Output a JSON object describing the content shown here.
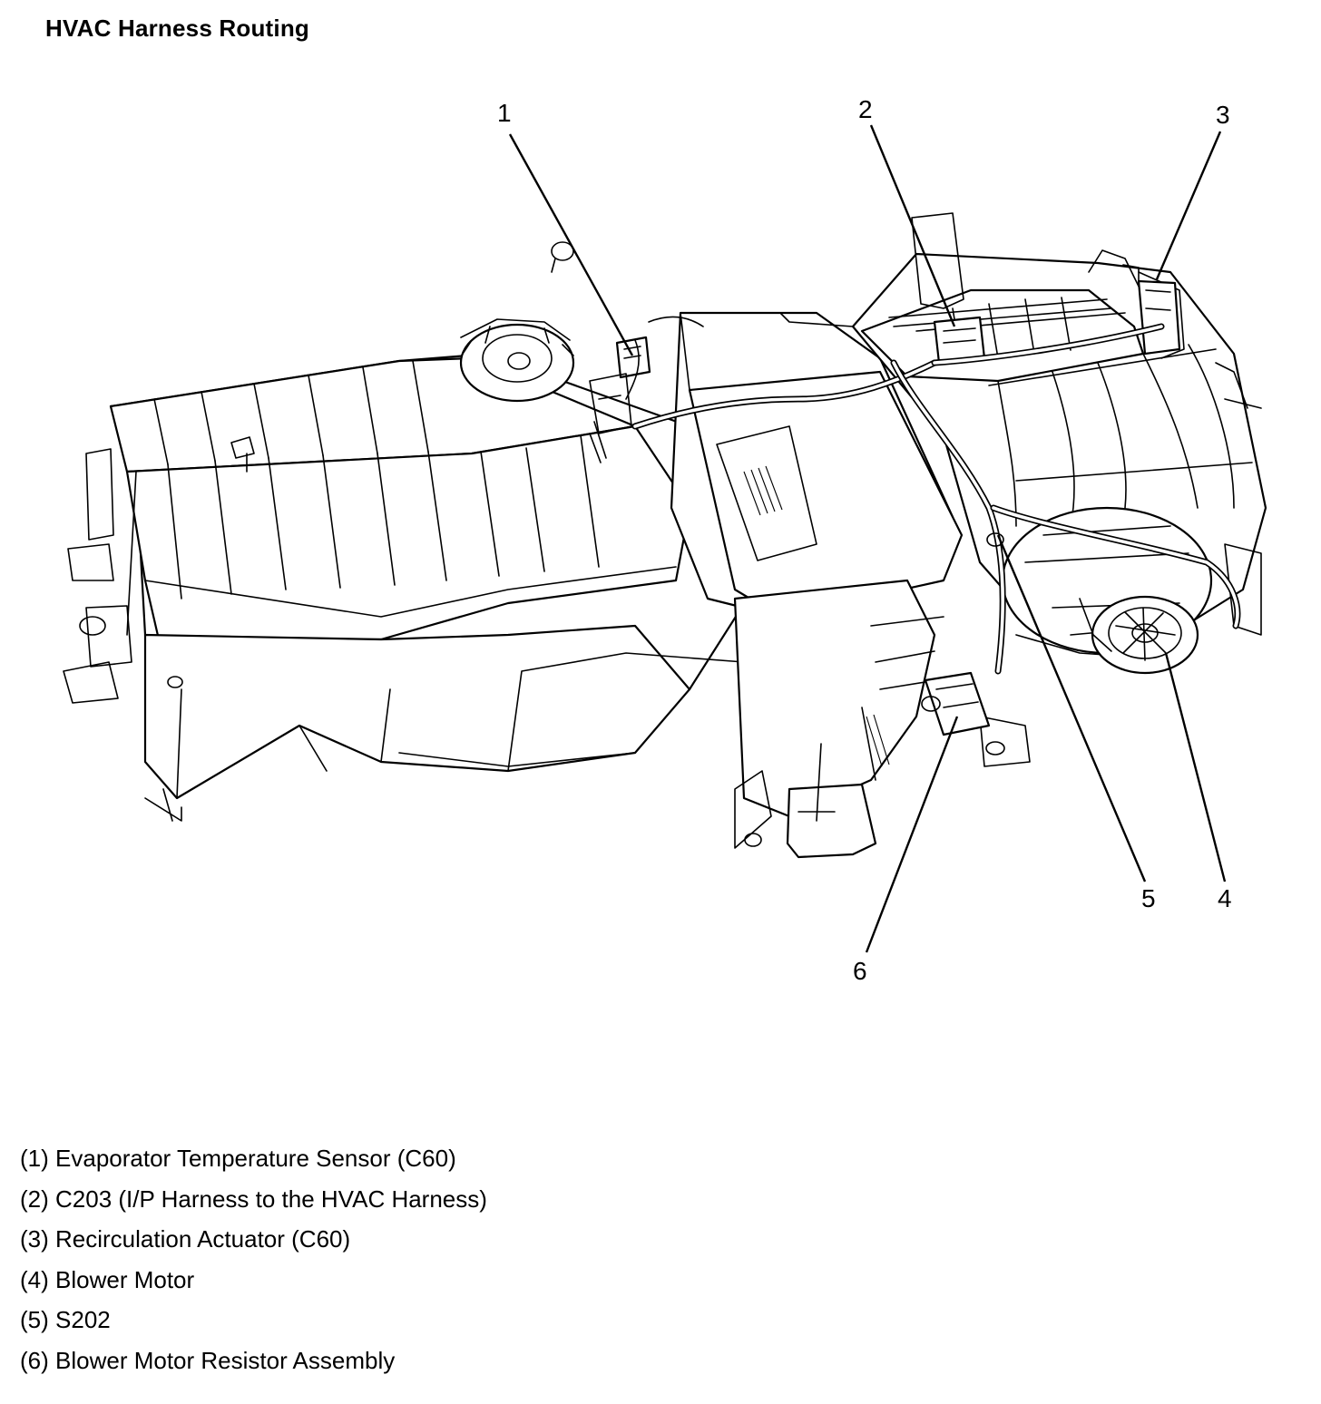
{
  "title": "HVAC Harness Routing",
  "callouts": [
    "1",
    "2",
    "3",
    "4",
    "5",
    "6"
  ],
  "legend": [
    {
      "number": "(1)",
      "text": "Evaporator Temperature Sensor (C60)"
    },
    {
      "number": "(2)",
      "text": "C203 (I/P Harness to the HVAC Harness)"
    },
    {
      "number": "(3)",
      "text": "Recirculation Actuator (C60)"
    },
    {
      "number": "(4)",
      "text": "Blower Motor"
    },
    {
      "number": "(5)",
      "text": "S202"
    },
    {
      "number": "(6)",
      "text": "Blower Motor Resistor Assembly"
    }
  ]
}
